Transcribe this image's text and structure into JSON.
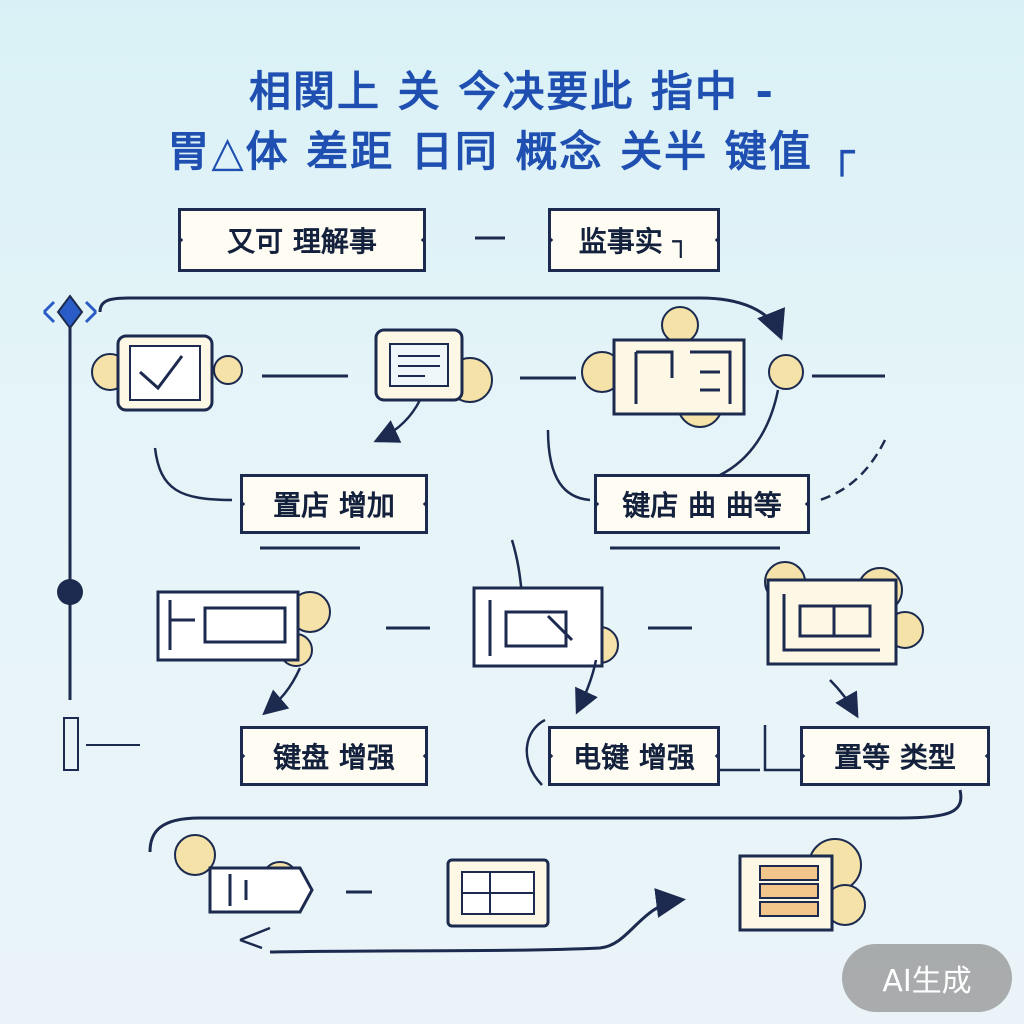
{
  "title": {
    "line1": "相関上 关  今决要此 指中 -",
    "line2": "胃△体 差距 日同 概念 关半 键值 ┌"
  },
  "labels": {
    "top_left": "又可 理解事",
    "top_right": "监事实 ┐",
    "mid_left": "置店 增加",
    "mid_right": "键店 曲 曲等",
    "low_left": "键盘 增强",
    "low_center": "电键 增强",
    "low_right": "置等 类型"
  },
  "badge": "AI生成",
  "colors": {
    "line": "#1b2a4e",
    "title": "#1f4fb0",
    "cloud": "#f4e2a8",
    "node_fill": "#fdf8e6",
    "accent": "#2a5cc8"
  },
  "icons": [
    "diamond-icon",
    "checkbox-icon",
    "document-icon",
    "window-icon",
    "panel-icon",
    "table-icon",
    "drawer-icon",
    "pencil-icon",
    "arrow-icon"
  ]
}
